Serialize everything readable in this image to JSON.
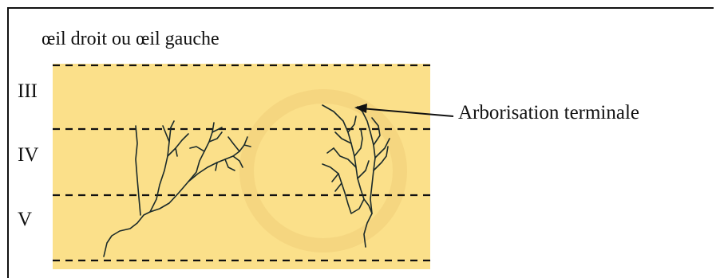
{
  "title": "œil droit ou œil gauche",
  "layers": [
    {
      "label": "III"
    },
    {
      "label": "IV"
    },
    {
      "label": "V"
    }
  ],
  "annotation": "Arborisation terminale",
  "colors": {
    "band": "#fbe08a",
    "ink": "#111111",
    "frame": "#111111"
  }
}
